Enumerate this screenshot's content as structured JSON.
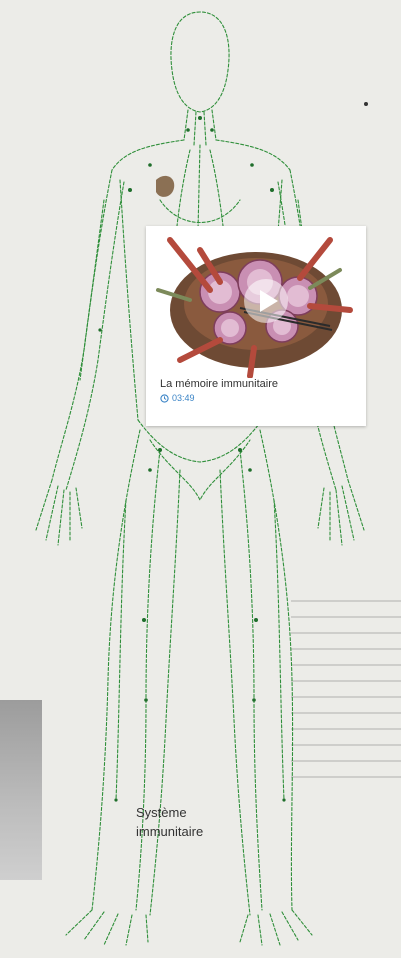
{
  "video": {
    "title": "La mémoire immunitaire",
    "duration": "03:49",
    "icons": {
      "play": "play-icon",
      "clock": "clock-icon"
    }
  },
  "figure": {
    "label_line1": "Système",
    "label_line2": "immunitaire"
  },
  "colors": {
    "lymph_green": "#2f8f3a",
    "node_green": "#1f6e2b",
    "accent_blue": "#3b84c6",
    "background": "#ecece8"
  }
}
